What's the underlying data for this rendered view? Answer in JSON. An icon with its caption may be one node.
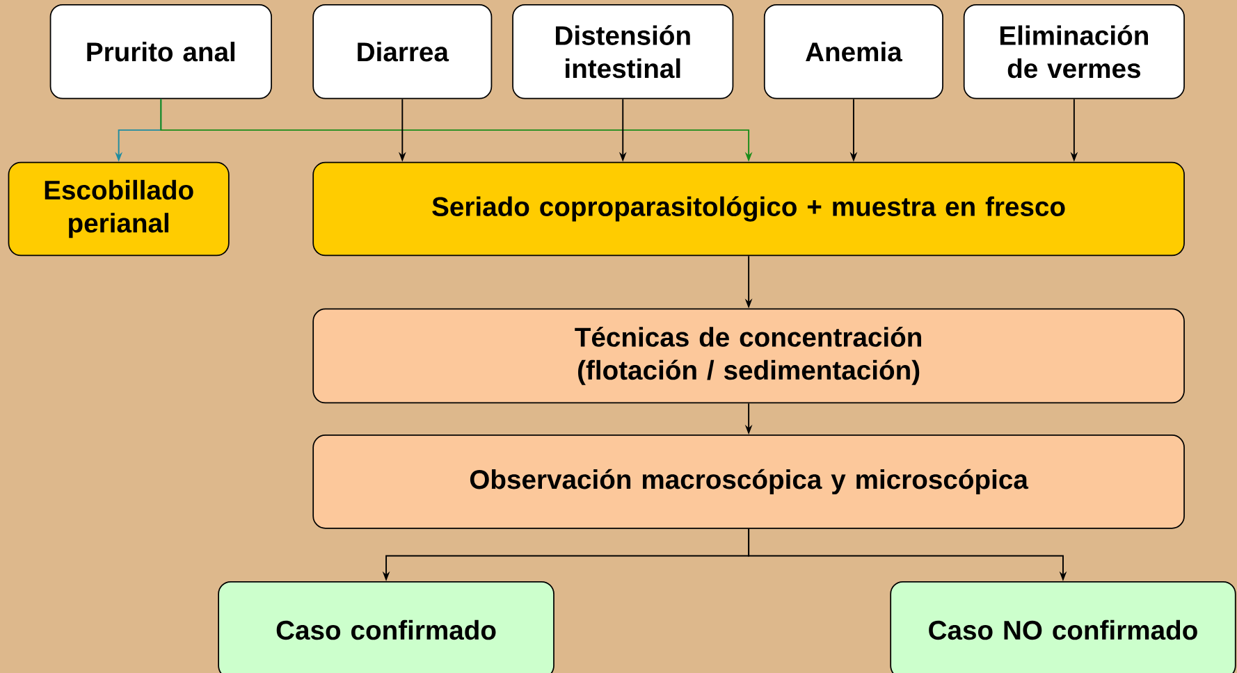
{
  "diagram": {
    "nodes": [
      {
        "text": [
          "Prurito anal"
        ]
      },
      {
        "text": [
          "Diarrea"
        ]
      },
      {
        "text": [
          "Distensión intestinal"
        ]
      },
      {
        "text": [
          "Anemia"
        ]
      },
      {
        "text": [
          "Eliminación de vermes"
        ]
      },
      {
        "text": [
          "Escobillado perianal"
        ]
      },
      {
        "text": [
          "Seriado coproparasitológico + muestra en fresco"
        ]
      },
      {
        "text": [
          "Técnicas de concentración (flotación / sedimentación)"
        ]
      },
      {
        "text": [
          "Observación macroscópica y microscópica"
        ]
      },
      {
        "text": [
          "Caso confirmado"
        ]
      },
      {
        "text": [
          "Caso NO confirmado"
        ]
      }
    ],
    "edges": [
      {
        "from": 0,
        "to": 5,
        "arrow": "to",
        "color": "#1f8ca0"
      },
      {
        "from": 0,
        "to": 6,
        "arrow": "to",
        "color": "#1a8c1a"
      },
      {
        "from": 1,
        "to": 6,
        "arrow": "to"
      },
      {
        "from": 2,
        "to": 6,
        "arrow": "to"
      },
      {
        "from": 3,
        "to": 6,
        "arrow": "to"
      },
      {
        "from": 4,
        "to": 6,
        "arrow": "to"
      },
      {
        "from": 6,
        "to": 7,
        "arrow": "to"
      },
      {
        "from": 7,
        "to": 8,
        "arrow": "to"
      },
      {
        "from": 8,
        "to": 9,
        "arrow": "to"
      },
      {
        "from": 8,
        "to": 10,
        "arrow": "to"
      }
    ]
  }
}
